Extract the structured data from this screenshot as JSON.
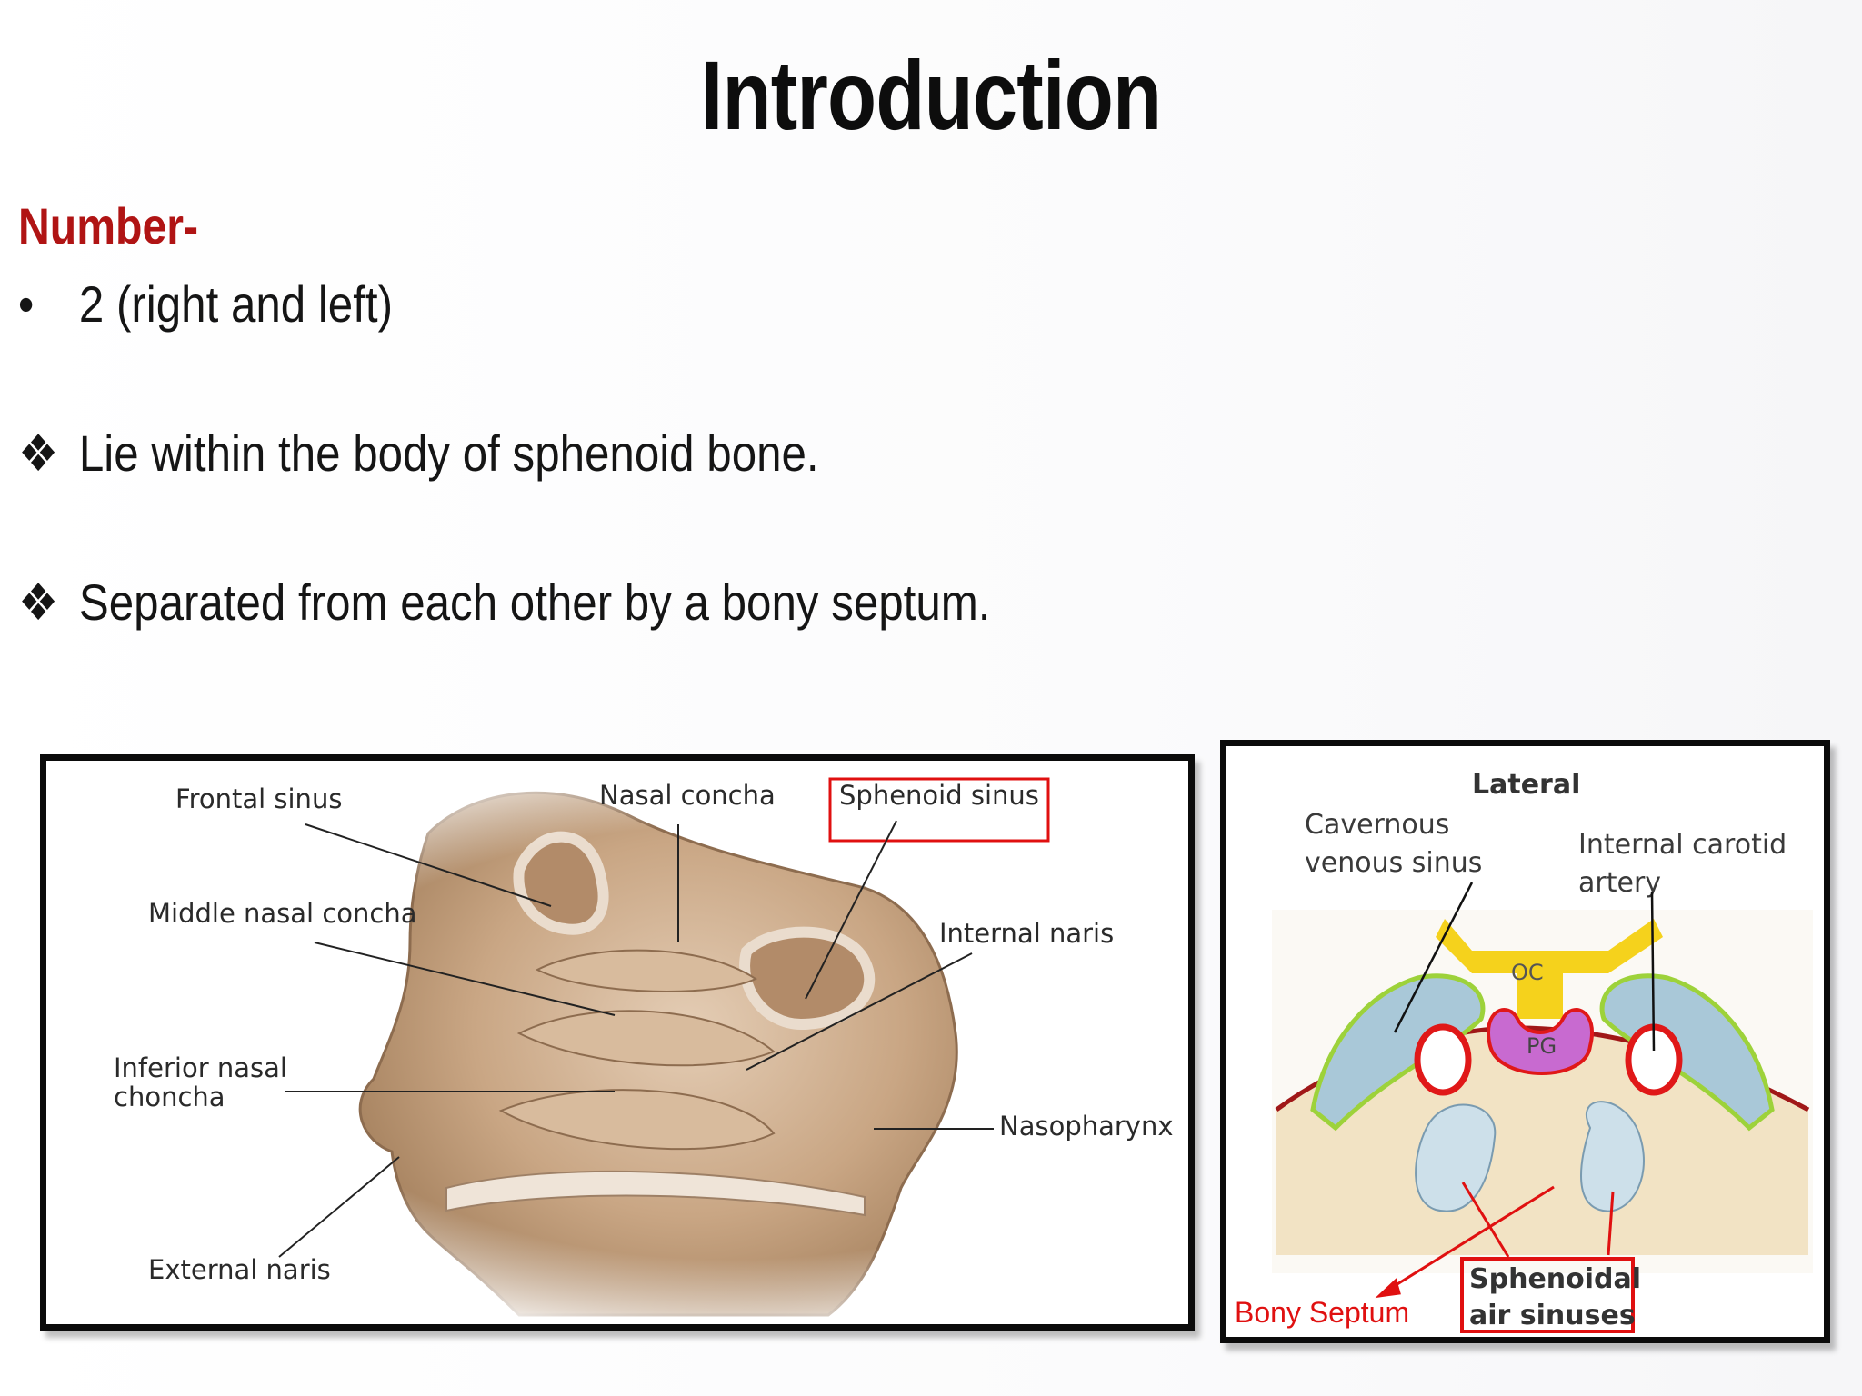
{
  "title": "Introduction",
  "section_heading": "Number-",
  "bullets": [
    {
      "marker": "•",
      "text": "2 (right and left)"
    },
    {
      "marker": "❖",
      "text": "Lie within the body of sphenoid bone."
    },
    {
      "marker": "❖",
      "text": "Separated from each other by a bony septum."
    }
  ],
  "figure_left": {
    "labels": {
      "frontal_sinus": "Frontal sinus",
      "nasal_concha": "Nasal concha",
      "sphenoid_sinus": "Sphenoid sinus",
      "middle_nasal_concha": "Middle nasal concha",
      "internal_naris": "Internal naris",
      "inferior_nasal_line1": "Inferior nasal",
      "inferior_nasal_line2": "choncha",
      "nasopharynx": "Nasopharynx",
      "external_naris": "External naris"
    }
  },
  "figure_right": {
    "labels": {
      "lateral": "Lateral",
      "cavernous_line1": "Cavernous",
      "cavernous_line2": "venous sinus",
      "carotid_line1": "Internal carotid",
      "carotid_line2": "artery",
      "oc": "OC",
      "pg": "PG",
      "bony_septum": "Bony Septum",
      "sphenoidal_line1": "Sphenoidal",
      "sphenoidal_line2": "air sinuses"
    }
  },
  "colors": {
    "heading_red": "#b01414",
    "highlight_red": "#e01010",
    "anatomy_tan": "#c9a684",
    "venous_blue": "#a9c8d8",
    "pituitary_purple": "#c86ad0",
    "optic_yellow": "#f5d21c"
  }
}
